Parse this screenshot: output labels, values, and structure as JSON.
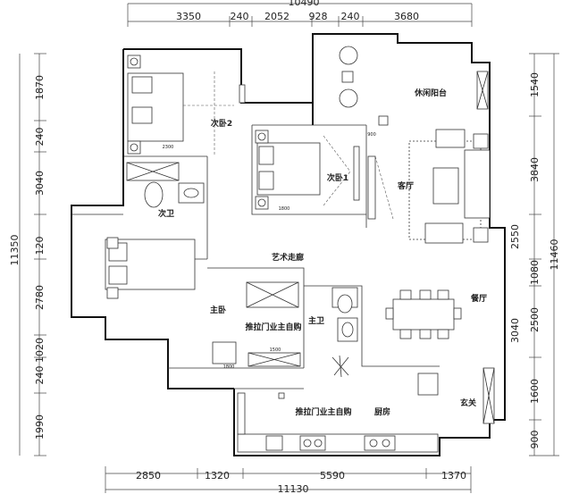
{
  "dimensions": {
    "top_total": "10490",
    "top": [
      "3350",
      "240",
      "2052",
      "928",
      "240",
      "3680"
    ],
    "bottom": [
      "2850",
      "1320",
      "5590",
      "1370"
    ],
    "bottom_total": "11130",
    "left_total": "11350",
    "left": [
      "1870",
      "240",
      "3040",
      "120",
      "2780",
      "1020",
      "240",
      "1990"
    ],
    "right_inner": [
      "1540",
      "3840",
      "2550",
      "1080",
      "2500",
      "3040",
      "1600",
      "900"
    ],
    "right_total": "11460"
  },
  "rooms": {
    "bedroom2": "次卧2",
    "bedroom1": "次卧1",
    "leisure_balcony": "休闲阳台",
    "living_room": "客厅",
    "second_bath": "次卫",
    "art_corridor": "艺术走廊",
    "master_bedroom": "主卧",
    "sliding_door_closet_1": "推拉门业主自购",
    "master_bath": "主卫",
    "dining_room": "餐厅",
    "sliding_door_closet_2": "推拉门业主自购",
    "kitchen": "厨房",
    "entrance": "玄关"
  },
  "small_labels": {
    "bed2_width": "2300",
    "bed1_width": "1800",
    "master_w": "1500",
    "master_w2": "1800",
    "door_w": "900"
  }
}
